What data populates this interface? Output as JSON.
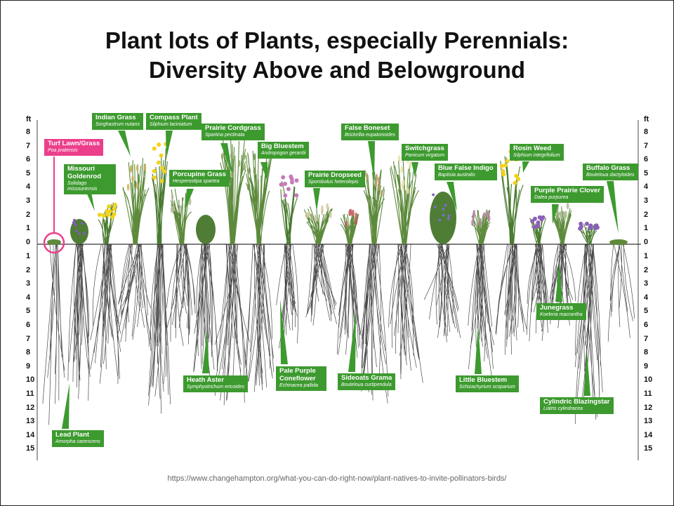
{
  "title_line1": "Plant lots of Plants, especially Perennials:",
  "title_line2": "Diversity Above and Belowground",
  "axis": {
    "unit": "ft",
    "above": [
      "8",
      "7",
      "6",
      "5",
      "4",
      "3",
      "2",
      "1",
      "0"
    ],
    "below": [
      "1",
      "2",
      "3",
      "4",
      "5",
      "6",
      "7",
      "8",
      "9",
      "10",
      "11",
      "12",
      "13",
      "14",
      "15"
    ]
  },
  "plants": [
    {
      "common": "Turf Lawn/Grass",
      "scientific": "Poa pratensis"
    },
    {
      "common": "Missouri Goldenrod",
      "scientific": "Solidago missouriensis"
    },
    {
      "common": "Indian Grass",
      "scientific": "Sorghastrum nutans"
    },
    {
      "common": "Compass Plant",
      "scientific": "Silphium laciniatum"
    },
    {
      "common": "Porcupine Grass",
      "scientific": "Hesperostipa spartea"
    },
    {
      "common": "Prairie Cordgrass",
      "scientific": "Spartina pectinata"
    },
    {
      "common": "Big Bluestem",
      "scientific": "Andropogon gerardii"
    },
    {
      "common": "Prairie Dropseed",
      "scientific": "Sporobolus heterolepis"
    },
    {
      "common": "False Boneset",
      "scientific": "Brickellia eupatorioides"
    },
    {
      "common": "Switchgrass",
      "scientific": "Panicum virgatum"
    },
    {
      "common": "Blue False Indigo",
      "scientific": "Baptisia australis"
    },
    {
      "common": "Rosin Weed",
      "scientific": "Silphium integrifolium"
    },
    {
      "common": "Purple Prairie Clover",
      "scientific": "Dalea purpurea"
    },
    {
      "common": "Buffalo Grass",
      "scientific": "Bouteloua dactyloides"
    },
    {
      "common": "Heath Aster",
      "scientific": "Symphyotrichum ericoides"
    },
    {
      "common": "Pale Purple Coneflower",
      "scientific": "Echinacea pallida"
    },
    {
      "common": "Sideoats Grama",
      "scientific": "Bouteloua curtipendula"
    },
    {
      "common": "Little Bluestem",
      "scientific": "Schizachyrium scoparium"
    },
    {
      "common": "Junegrass",
      "scientific": "Koeleria macrantha"
    },
    {
      "common": "Cylindric Blazingstar",
      "scientific": "Liatris cylindracea"
    },
    {
      "common": "Lead Plant",
      "scientific": "Amorpha canescens"
    }
  ],
  "source_url": "https://www.changehampton.org/what-you-can-do-right-now/plant-natives-to-invite-pollinators-birds/",
  "colors": {
    "label_green": "#3d9a2f",
    "label_pink": "#ec3f8b",
    "flower_yellow": "#f2d21b",
    "flower_purple": "#8b5fb8"
  }
}
